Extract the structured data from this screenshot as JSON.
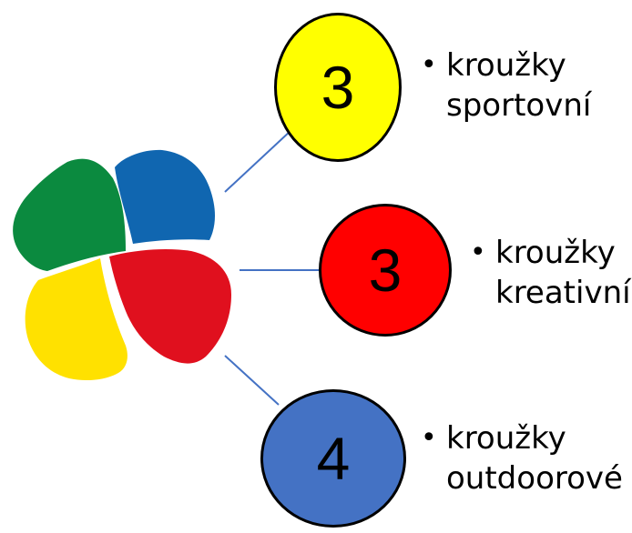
{
  "colors": {
    "logo_green": "#0b8a3f",
    "logo_blue": "#1066b0",
    "logo_yellow": "#ffe100",
    "logo_red": "#e0101e",
    "connector": "#4472c4",
    "circle_yellow": "#ffff00",
    "circle_red": "#ff0000",
    "circle_blue": "#4472c4"
  },
  "items": [
    {
      "number": "3",
      "bullet": "•",
      "line1": "kroužky",
      "line2": "sportovní",
      "fill": "#ffff00"
    },
    {
      "number": "3",
      "bullet": "•",
      "line1": "kroužky",
      "line2": "kreativní",
      "fill": "#ff0000"
    },
    {
      "number": "4",
      "bullet": "•",
      "line1": "kroužky",
      "line2": "outdoorové",
      "fill": "#4472c4"
    }
  ]
}
